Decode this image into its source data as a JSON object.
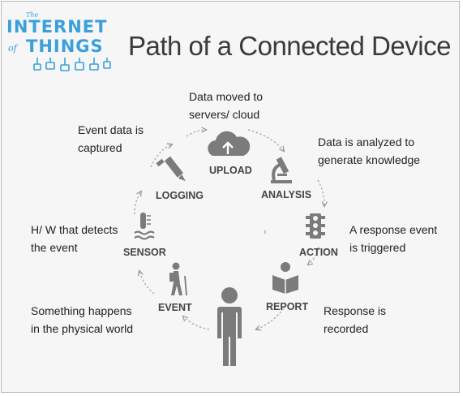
{
  "logo": {
    "the": "The",
    "line1": "INTERNET",
    "of": "of",
    "line2": "THINGS"
  },
  "title": "Path of a Connected Device",
  "steps": [
    {
      "label": "UPLOAD",
      "description": [
        "Data moved to",
        "servers/ cloud"
      ]
    },
    {
      "label": "ANALYSIS",
      "description": [
        "Data is analyzed to",
        "generate knowledge"
      ]
    },
    {
      "label": "ACTION",
      "description": [
        "A response event",
        "is triggered"
      ]
    },
    {
      "label": "REPORT",
      "description": [
        "Response is",
        "recorded"
      ]
    },
    {
      "label": "EVENT",
      "description": [
        "Something happens",
        "in the physical world"
      ]
    },
    {
      "label": "SENSOR",
      "description": [
        "H/ W that detects",
        "the event"
      ]
    },
    {
      "label": "LOGGING",
      "description": [
        "Event data is",
        "captured"
      ]
    }
  ],
  "colors": {
    "icon": "#7b7b7b",
    "logo": "#3aa0dc",
    "title": "#3a3a3a"
  }
}
